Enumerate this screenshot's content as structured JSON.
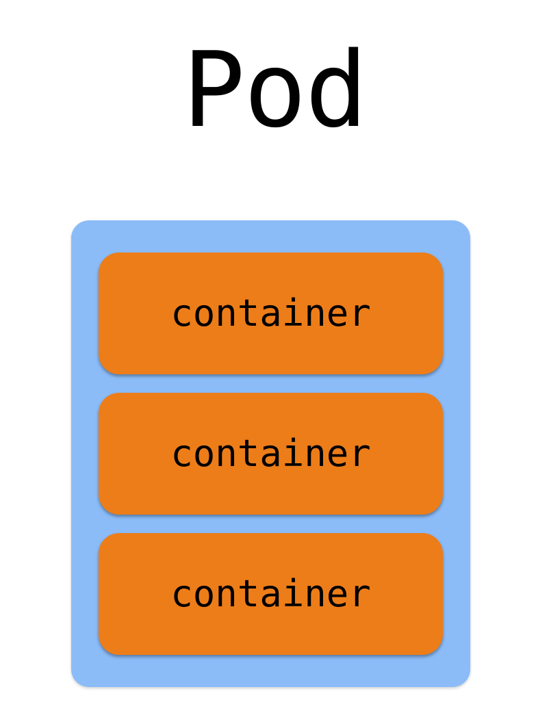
{
  "diagram": {
    "title": "Pod",
    "pod_color": "#8bbcf8",
    "container_color": "#ed7d19",
    "containers": [
      {
        "label": "container"
      },
      {
        "label": "container"
      },
      {
        "label": "container"
      }
    ]
  }
}
